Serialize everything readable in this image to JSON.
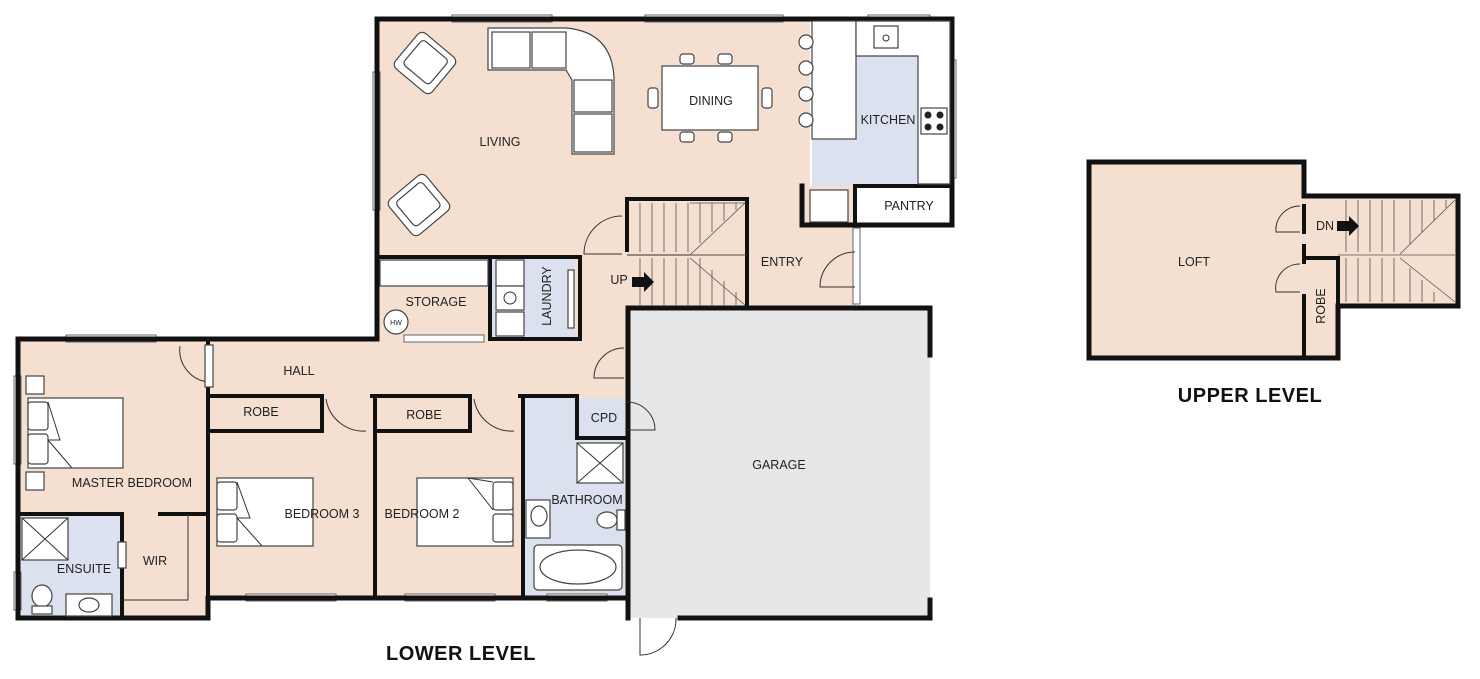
{
  "rooms": {
    "living": "LIVING",
    "dining": "DINING",
    "kitchen": "KITCHEN",
    "pantry": "PANTRY",
    "entry": "ENTRY",
    "storage": "STORAGE",
    "laundry": "LAUNDRY",
    "hall": "HALL",
    "robe1": "ROBE",
    "robe2": "ROBE",
    "cpd": "CPD",
    "garage": "GARAGE",
    "master_bedroom": "MASTER BEDROOM",
    "bedroom3": "BEDROOM 3",
    "bedroom2": "BEDROOM 2",
    "bathroom": "BATHROOM",
    "ensuite": "ENSUITE",
    "wir": "WIR",
    "loft": "LOFT",
    "upper_robe": "ROBE"
  },
  "fixtures": {
    "hot_water": "HW",
    "stair_up": "UP",
    "stair_down": "DN"
  },
  "levels": {
    "lower": "LOWER LEVEL",
    "upper": "UPPER LEVEL"
  },
  "colors": {
    "living_fill": "#f4dfd0",
    "wet_fill": "#dbe1ee",
    "garage_fill": "#e7e7e7",
    "wall": "#111111"
  }
}
